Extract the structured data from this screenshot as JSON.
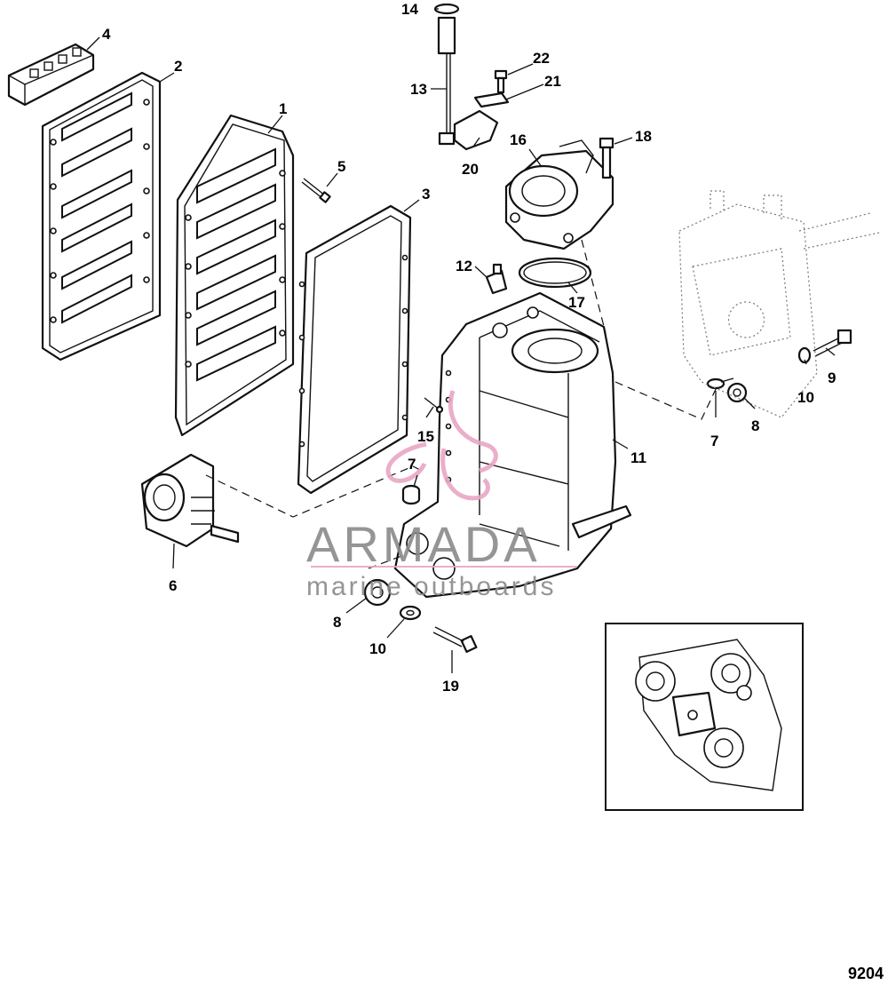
{
  "callouts": [
    {
      "id": "c1",
      "text": "1"
    },
    {
      "id": "c2",
      "text": "2"
    },
    {
      "id": "c3",
      "text": "3"
    },
    {
      "id": "c4",
      "text": "4"
    },
    {
      "id": "c5",
      "text": "5"
    },
    {
      "id": "c6",
      "text": "6"
    },
    {
      "id": "c7a",
      "text": "7"
    },
    {
      "id": "c7b",
      "text": "7"
    },
    {
      "id": "c8a",
      "text": "8"
    },
    {
      "id": "c8b",
      "text": "8"
    },
    {
      "id": "c9",
      "text": "9"
    },
    {
      "id": "c10a",
      "text": "10"
    },
    {
      "id": "c10b",
      "text": "10"
    },
    {
      "id": "c11",
      "text": "11"
    },
    {
      "id": "c12",
      "text": "12"
    },
    {
      "id": "c13",
      "text": "13"
    },
    {
      "id": "c14",
      "text": "14"
    },
    {
      "id": "c15",
      "text": "15"
    },
    {
      "id": "c16",
      "text": "16"
    },
    {
      "id": "c17",
      "text": "17"
    },
    {
      "id": "c18",
      "text": "18"
    },
    {
      "id": "c19",
      "text": "19"
    },
    {
      "id": "c20",
      "text": "20"
    },
    {
      "id": "c21",
      "text": "21"
    },
    {
      "id": "c22",
      "text": "22"
    }
  ],
  "figure_number": "9204",
  "watermark": {
    "brand": "ARMADA",
    "tagline": "marine outboards",
    "accent_color": "#e9a6c6",
    "text_color": "#8a8a8a"
  }
}
